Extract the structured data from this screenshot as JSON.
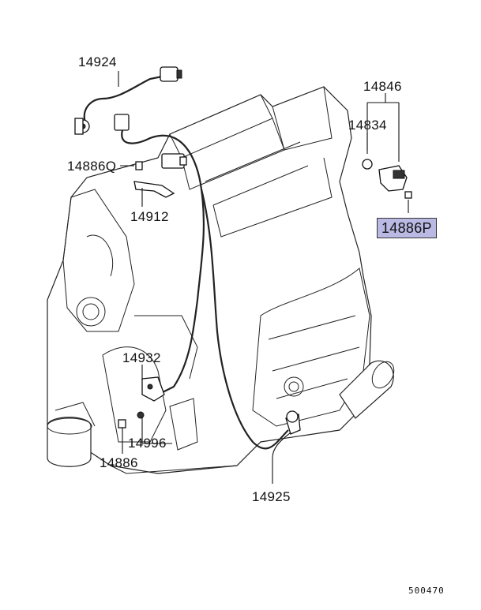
{
  "parts": {
    "p14924": "14924",
    "p14846": "14846",
    "p14834": "14834",
    "p14886Q": "14886Q",
    "p14912": "14912",
    "p14886P": "14886P",
    "p14932": "14932",
    "p14996": "14996",
    "p14886": "14886",
    "p14925": "14925"
  },
  "diagram_code": "500470",
  "highlight_color": "#b9b9e3"
}
